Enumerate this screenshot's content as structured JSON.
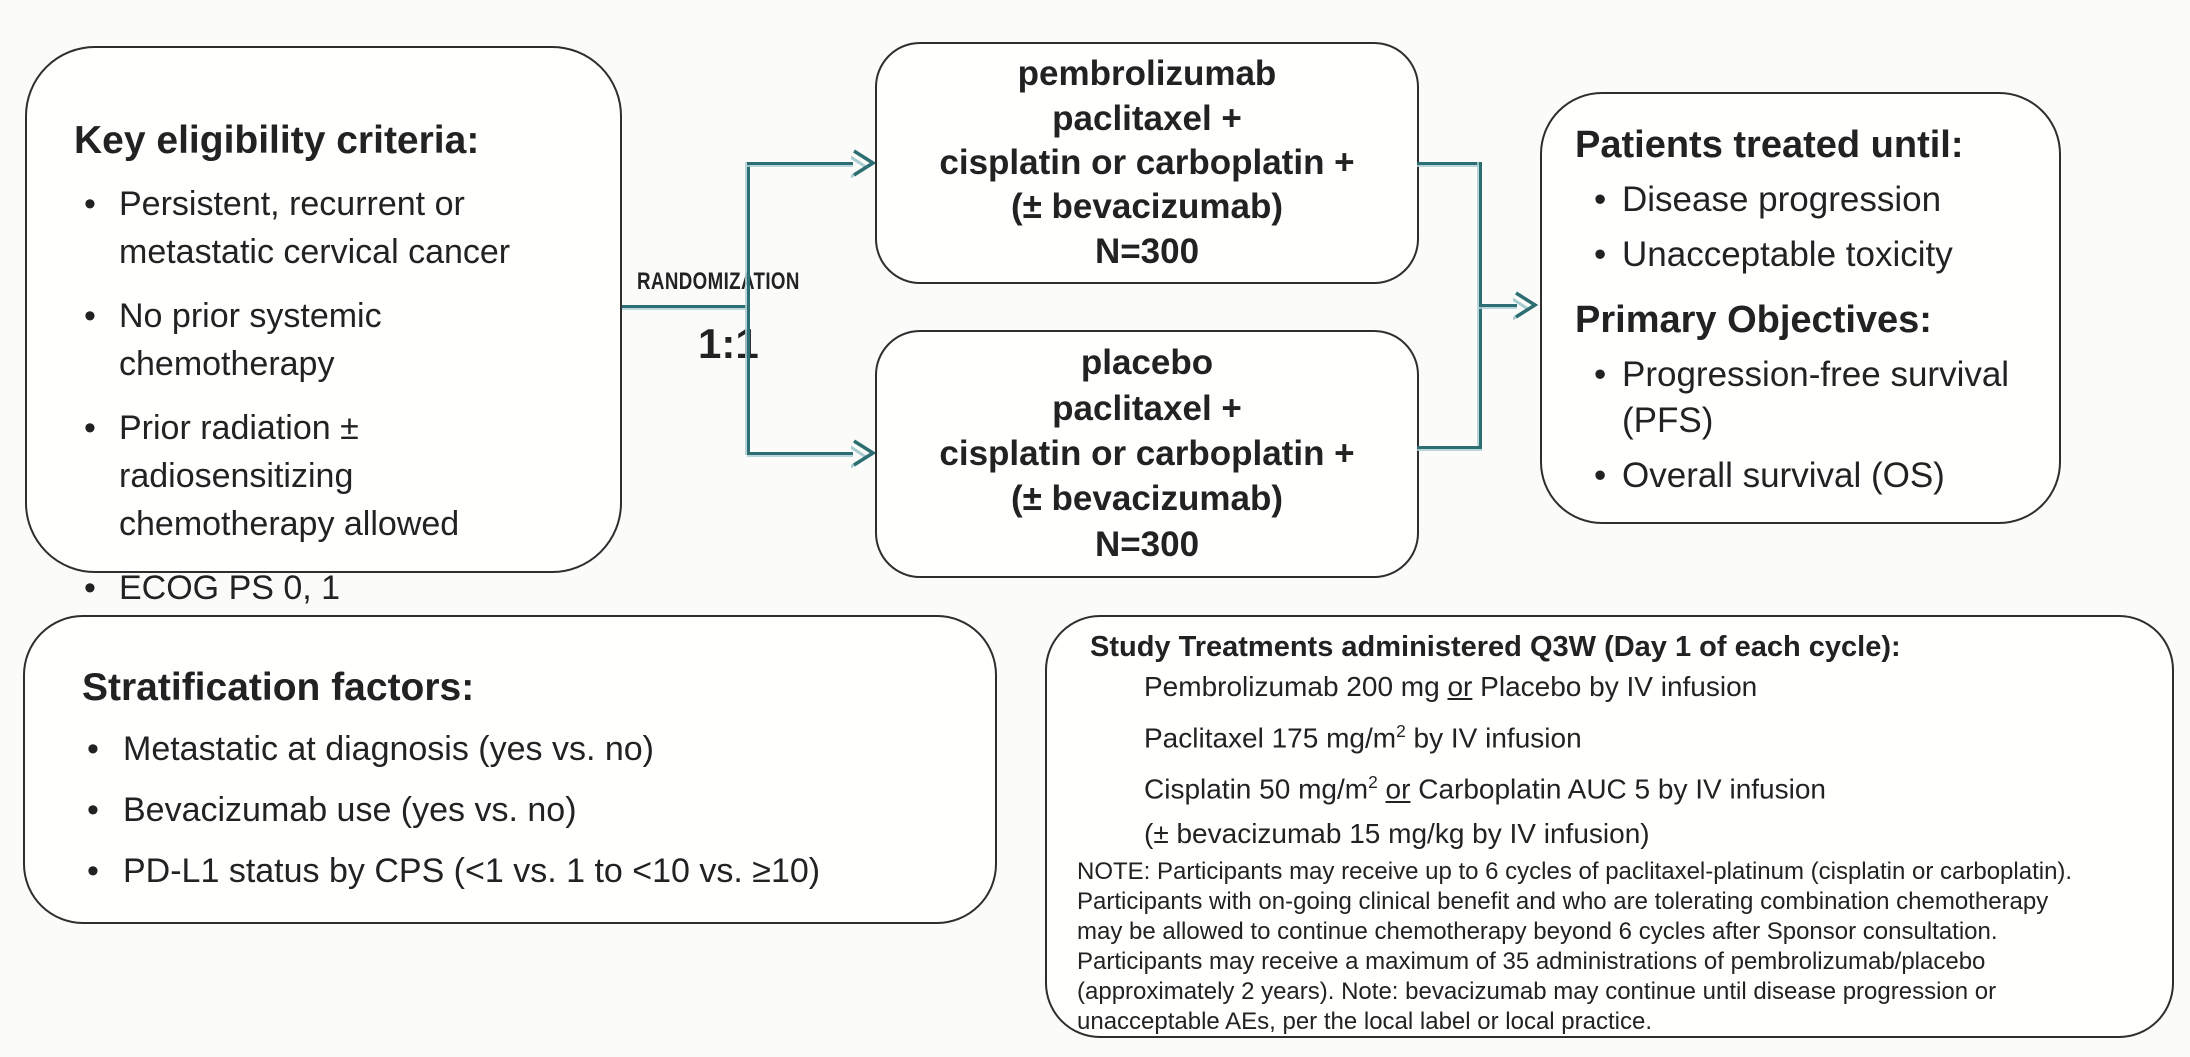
{
  "colors": {
    "connector": "#2c6e72",
    "connector_echo": "#b9d7da",
    "box_border": "#2e2e2e",
    "text": "#222222",
    "background": "#fbfbfa"
  },
  "randomization": {
    "label": "RANDOMIZATION",
    "ratio": "1:1"
  },
  "eligibility_box": {
    "title": "Key eligibility criteria:",
    "bullets": [
      "Persistent, recurrent or\nmetastatic cervical cancer",
      "No prior systemic chemotherapy",
      "Prior radiation ± radiosensitizing\nchemotherapy allowed",
      "ECOG PS 0, 1"
    ]
  },
  "arm1_box": {
    "lines": [
      "pembrolizumab",
      "paclitaxel +",
      "cisplatin or carboplatin +",
      "(± bevacizumab)",
      "N=300"
    ]
  },
  "arm2_box": {
    "lines": [
      "placebo",
      "paclitaxel +",
      "cisplatin or carboplatin +",
      "(± bevacizumab)",
      "N=300"
    ]
  },
  "outcomes_box": {
    "treated_until_title": "Patients treated until:",
    "treated_until_bullets": [
      "Disease progression",
      "Unacceptable toxicity"
    ],
    "objectives_title": "Primary Objectives:",
    "objectives_bullets": [
      "Progression-free survival\n(PFS)",
      "Overall survival (OS)"
    ]
  },
  "stratification_box": {
    "title": "Stratification factors:",
    "bullets": [
      "Metastatic at diagnosis (yes vs. no)",
      "Bevacizumab use (yes vs. no)",
      "PD-L1 status by CPS (<1  vs. 1  to <10  vs. ≥10)"
    ]
  },
  "treatments_box": {
    "title": "Study Treatments administered Q3W (Day 1 of each cycle):",
    "treatments": [
      [
        {
          "t": "Pembrolizumab 200 mg "
        },
        {
          "t": "or",
          "u": true
        },
        {
          "t": " Placebo by IV infusion"
        }
      ],
      [
        {
          "t": "Paclitaxel 175 mg/m"
        },
        {
          "t": "2",
          "sup": true
        },
        {
          "t": " by IV infusion"
        }
      ],
      [
        {
          "t": "Cisplatin 50 mg/m"
        },
        {
          "t": "2",
          "sup": true
        },
        {
          "t": " "
        },
        {
          "t": "or",
          "u": true
        },
        {
          "t": " Carboplatin  AUC 5 by IV infusion"
        }
      ],
      [
        {
          "t": "(± bevacizumab  15 mg/kg by IV infusion)"
        }
      ]
    ],
    "note_lines": [
      "NOTE: Participants may receive  up to 6 cycles of paclitaxel-platinum  (cisplatin or carboplatin).",
      "Participants with on-going clinical benefit and who are tolerating combination chemotherapy",
      "may be allowed to continue chemotherapy  beyond 6 cycles after Sponsor consultation.",
      "Participants may receive  a maximum of 35 administrations  of pembrolizumab/placebo",
      "(approximately  2 years). Note: bevacizumab  may continue until disease progression  or",
      "unacceptable AEs, per the local label or local practice."
    ]
  }
}
